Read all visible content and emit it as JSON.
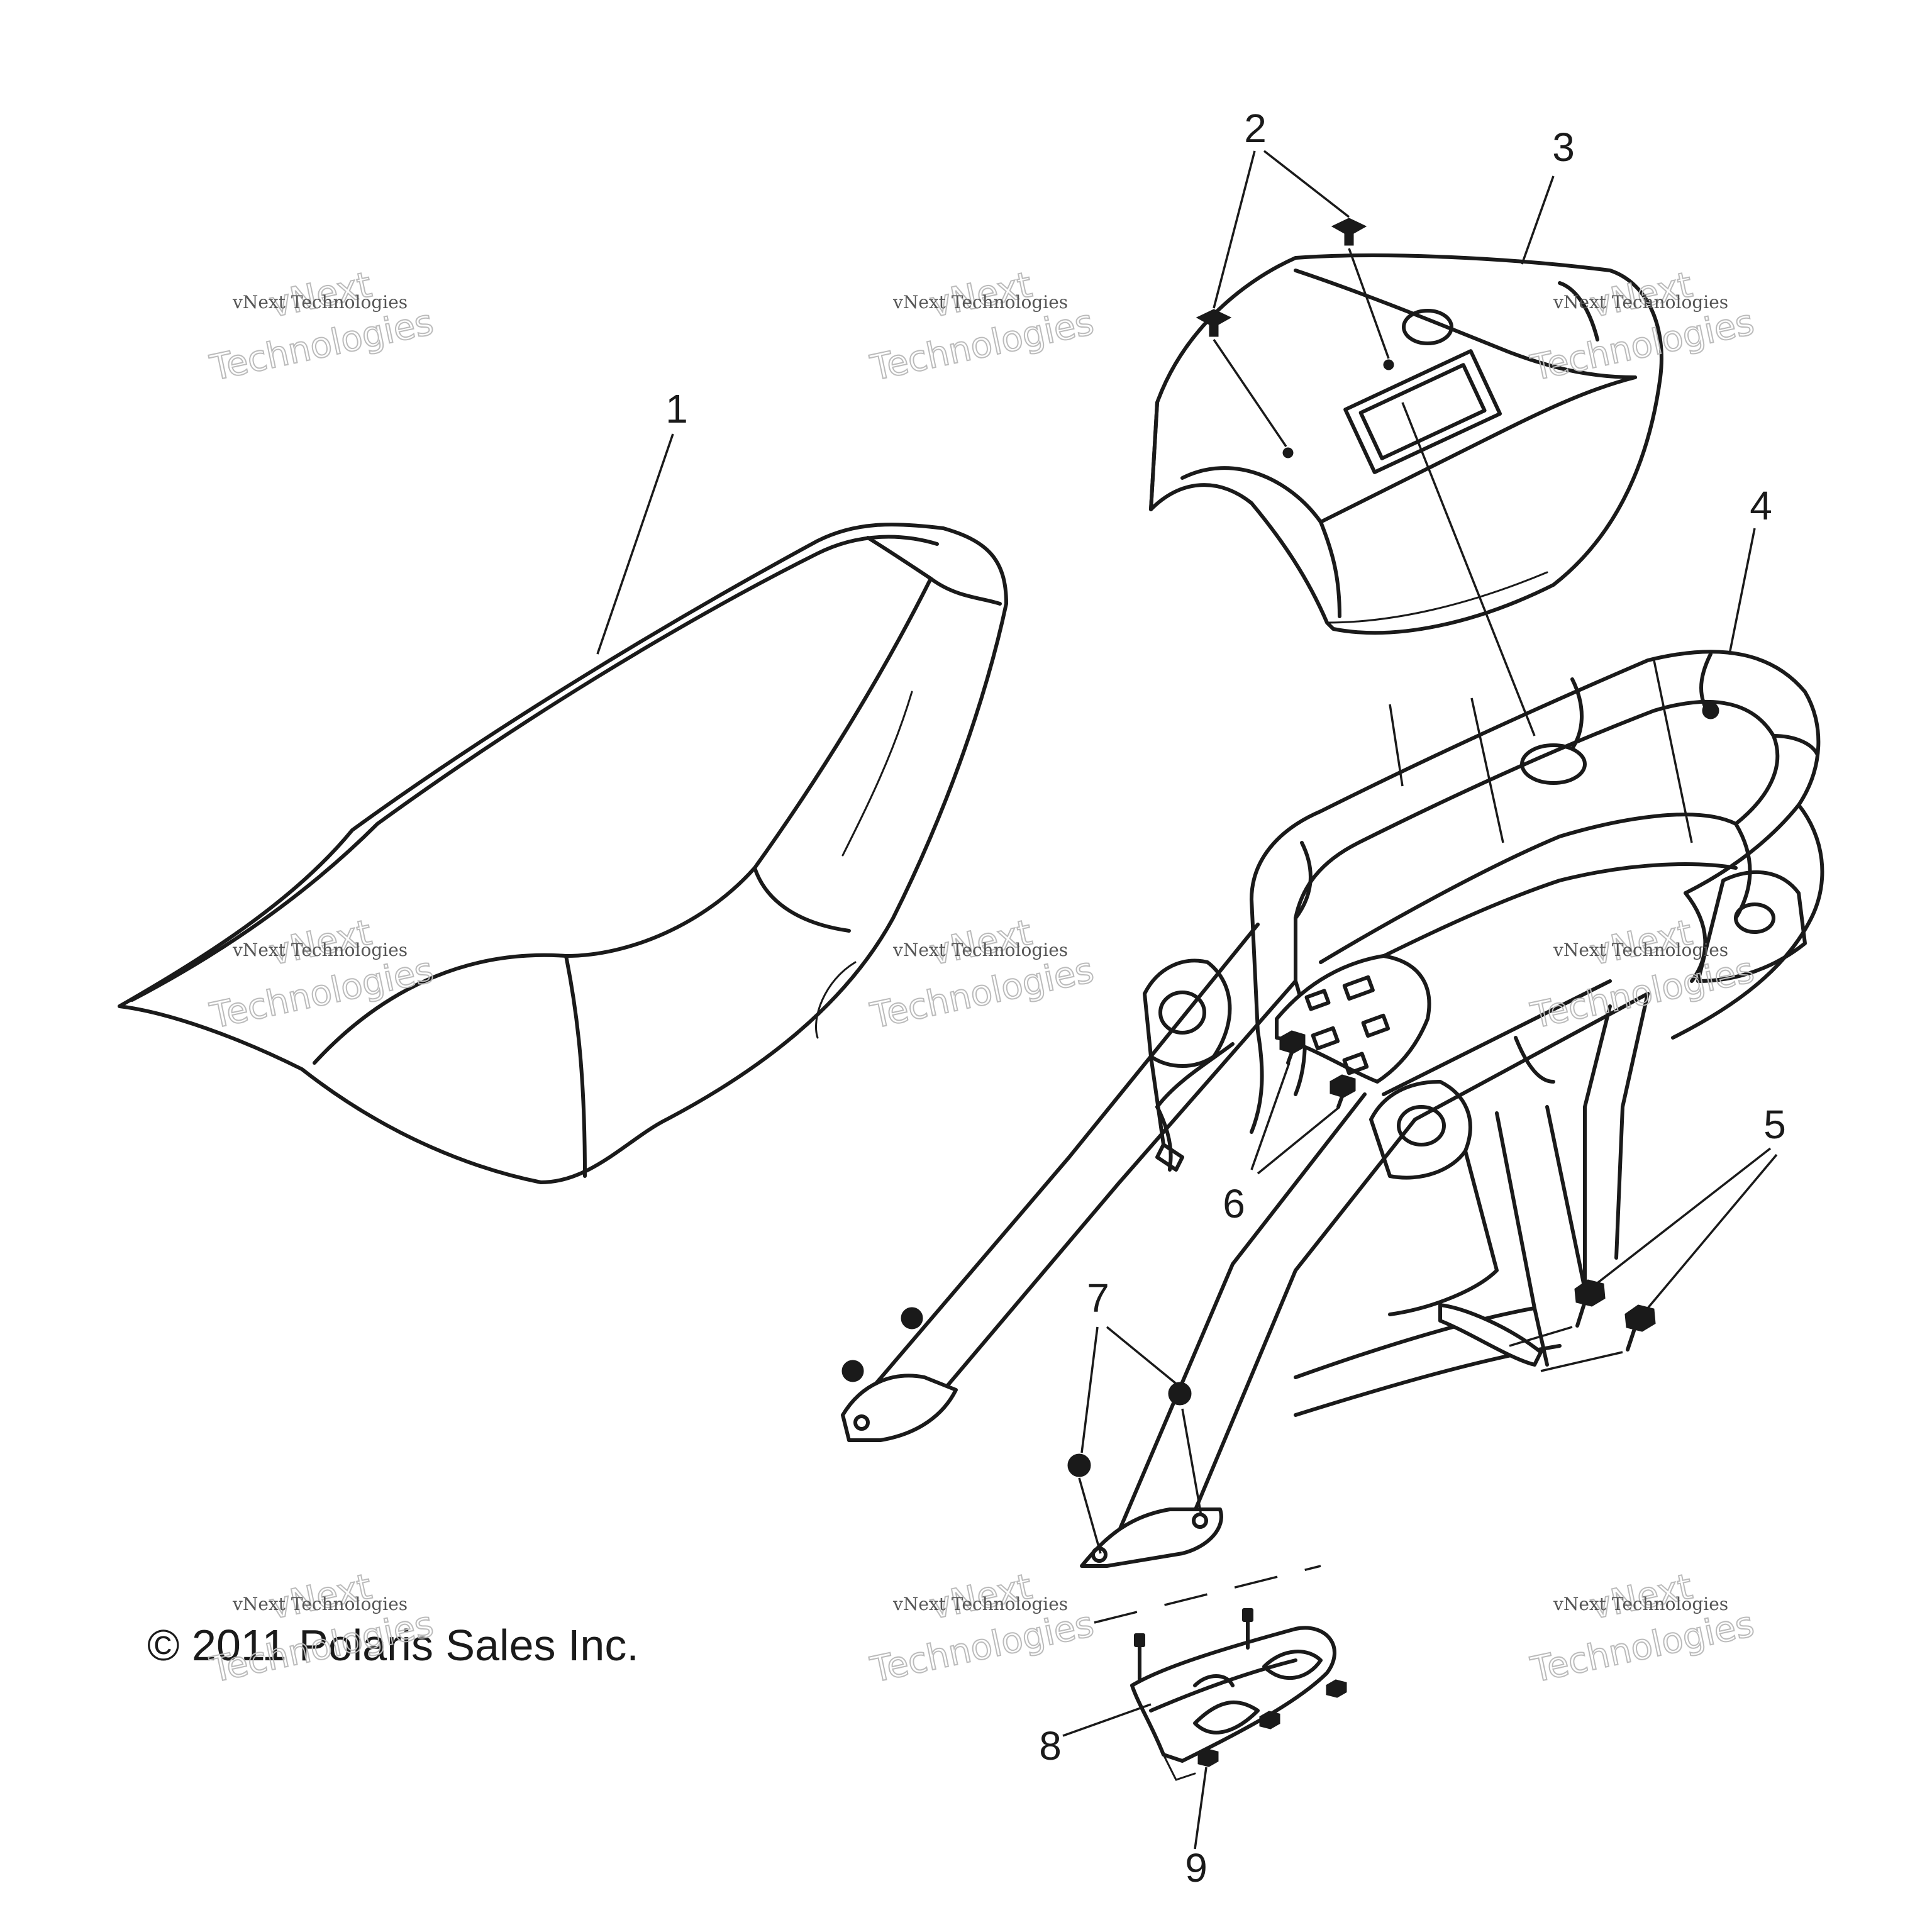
{
  "callouts": {
    "c1": "1",
    "c2": "2",
    "c3": "3",
    "c4": "4",
    "c5": "5",
    "c6": "6",
    "c7": "7",
    "c8": "8",
    "c9": "9"
  },
  "copyright": "© 2011 Polaris Sales Inc.",
  "watermark": {
    "line1": "vNext Technologies",
    "line2": "vNext",
    "line3": "Technologies"
  },
  "colors": {
    "line": "#1a1a1a",
    "background": "#ffffff"
  }
}
